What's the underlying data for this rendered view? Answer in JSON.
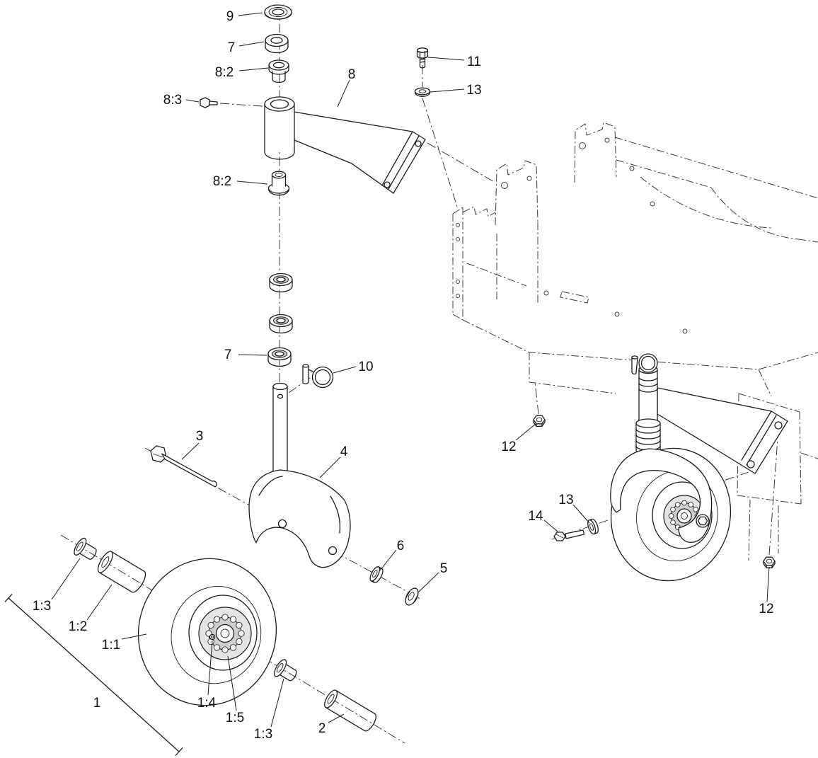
{
  "colors": {
    "background": "#ffffff",
    "ink": "#1c1c1c",
    "phantom_line": "#3c3c3c",
    "hub_shading": "#e4e4e4"
  },
  "diagram": {
    "kind": "exploded-parts-diagram",
    "subject": "caster wheel, fork and mount assembly with phantom frame reference"
  },
  "callouts": [
    {
      "label": "9"
    },
    {
      "label": "7"
    },
    {
      "label": "8:2"
    },
    {
      "label": "8:3"
    },
    {
      "label": "8"
    },
    {
      "label": "11"
    },
    {
      "label": "13"
    },
    {
      "label": "8:2"
    },
    {
      "label": "7"
    },
    {
      "label": "10"
    },
    {
      "label": "3"
    },
    {
      "label": "4"
    },
    {
      "label": "12"
    },
    {
      "label": "13"
    },
    {
      "label": "14"
    },
    {
      "label": "1:3"
    },
    {
      "label": "1:2"
    },
    {
      "label": "1:1"
    },
    {
      "label": "1"
    },
    {
      "label": "1:4"
    },
    {
      "label": "1:5"
    },
    {
      "label": "1:3"
    },
    {
      "label": "2"
    },
    {
      "label": "6"
    },
    {
      "label": "5"
    },
    {
      "label": "12"
    }
  ]
}
